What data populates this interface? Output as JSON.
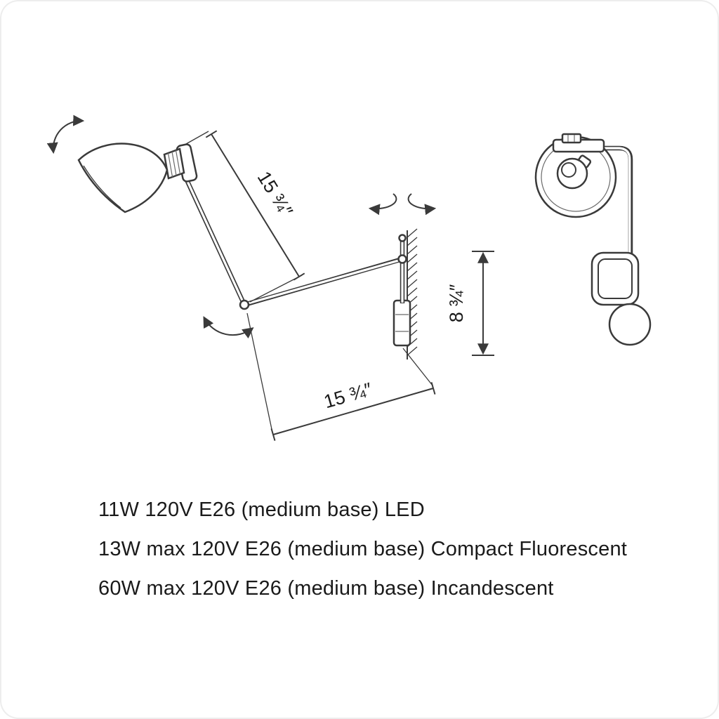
{
  "colors": {
    "line": "#3a3a3a",
    "text": "#1a1a1a",
    "background": "#ffffff"
  },
  "diagram": {
    "dimensions": {
      "upper_arm": "15 ¾″",
      "mount_height": "8 ¾″",
      "reach": "15 ¾″"
    }
  },
  "specs": [
    "11W 120V E26 (medium base) LED",
    "13W max 120V E26 (medium base) Compact Fluorescent",
    "60W max 120V E26 (medium base) Incandescent"
  ]
}
